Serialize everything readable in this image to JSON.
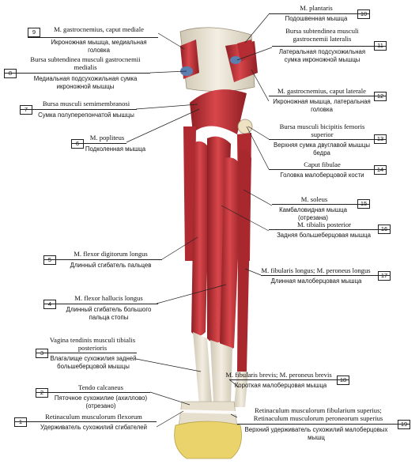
{
  "colors": {
    "muscle": "#c8333a",
    "muscle_dark": "#8e1f24",
    "tendon": "#e9e3d3",
    "bone": "#efe2c2",
    "fat": "#e9d36a",
    "line": "#222222"
  },
  "labels_left": [
    {
      "num": "9",
      "latin": "M. gastrocnemius, caput mediale",
      "russian": "Икроножная мышца, медиальная головка"
    },
    {
      "num": "8",
      "latin": "Bursa subtendinea musculi gastrocnemii medialis",
      "russian": "Медиальная подсухожильная сумка икроножной мышцы"
    },
    {
      "num": "7",
      "latin": "Bursa musculi semimembranosi",
      "russian": "Сумка полуперепончатой мышцы"
    },
    {
      "num": "6",
      "latin": "M. popliteus",
      "russian": "Подколенная мышца"
    },
    {
      "num": "5",
      "latin": "M. flexor digitorum longus",
      "russian": "Длинный сгибатель пальцев"
    },
    {
      "num": "4",
      "latin": "M. flexor hallucis longus",
      "russian": "Длинный сгибатель большого пальца стопы"
    },
    {
      "num": "3",
      "latin": "Vagina tendinis musculi tibialis posterioris",
      "russian": "Влагалище сухожилия задней большеберцовой мышцы"
    },
    {
      "num": "2",
      "latin": "Tendo calcaneus",
      "russian": "Пяточное сухожилие (ахиллово) (отрезано)"
    },
    {
      "num": "1",
      "latin": "Retinaculum musculorum flexorum",
      "russian": "Удерживатель сухожилий сгибателей"
    }
  ],
  "labels_right": [
    {
      "num": "10",
      "latin": "M. plantaris",
      "russian": "Подошвенная мышца"
    },
    {
      "num": "11",
      "latin": "Bursa subtendinea musculi gastrocnemii lateralis",
      "russian": "Латеральная подсухожильная сумка икроножной мышцы"
    },
    {
      "num": "12",
      "latin": "M. gastrocnemius, caput laterale",
      "russian": "Икроножная мышца, латеральная головка"
    },
    {
      "num": "13",
      "latin": "Bursa musculi bicipitis femoris superior",
      "russian": "Верхняя сумка двуглавой мышцы бедра"
    },
    {
      "num": "14",
      "latin": "Caput fibulae",
      "russian": "Головка малоберцовой кости"
    },
    {
      "num": "15",
      "latin": "M. soleus",
      "russian": "Камбаловидная мышца (отрезана)"
    },
    {
      "num": "16",
      "latin": "M. tibialis posterior",
      "russian": "Задняя большеберцовая мышца"
    },
    {
      "num": "17",
      "latin": "M. fibularis longus; M. peroneus longus",
      "russian": "Длинная малоберцовая мышца"
    },
    {
      "num": "18",
      "latin": "M. fibularis brevis; M. peroneus brevis",
      "russian": "Короткая малоберцовая мышца"
    },
    {
      "num": "19",
      "latin": "Retinaculum musculorum fibularium superius; Retinaculum musculorum peroneorum superius",
      "russian": "Верхний удерживатель сухожилий малоберцовых мышц"
    }
  ]
}
